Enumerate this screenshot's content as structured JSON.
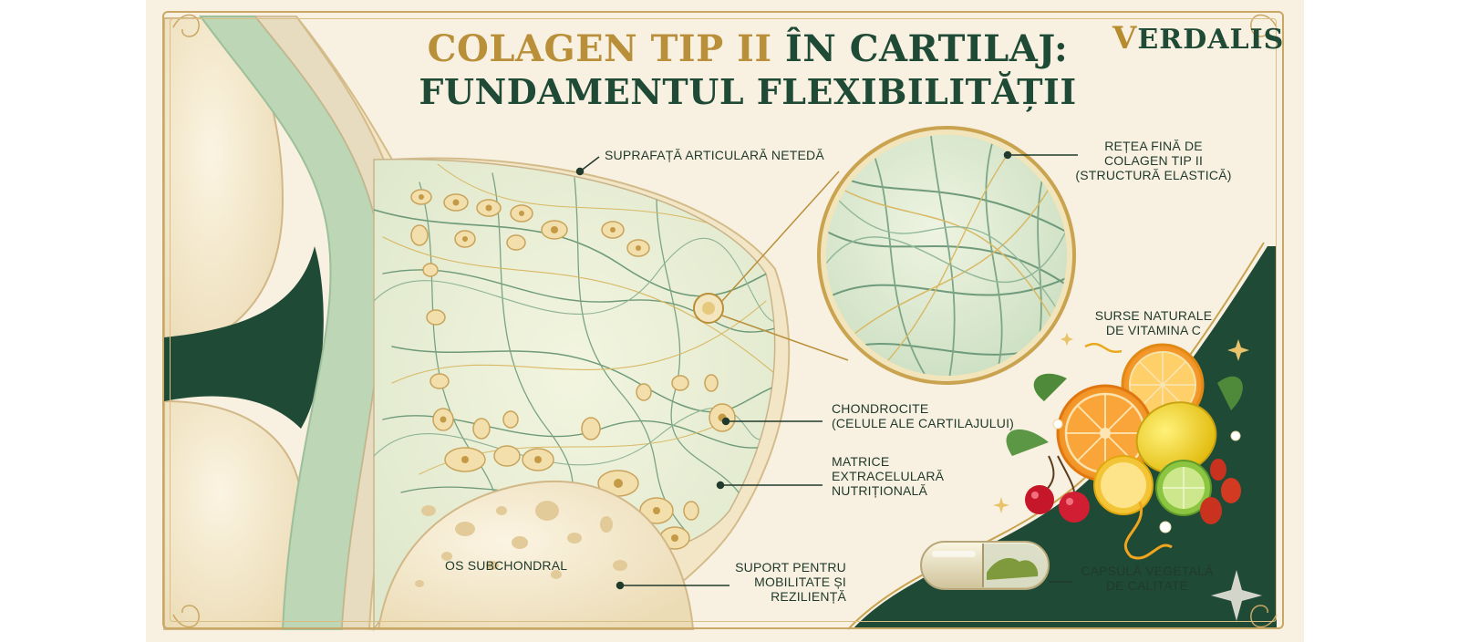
{
  "title": {
    "line1_part1": "COLAGEN TIP II",
    "line1_part2": " ÎN CARTILAJ:",
    "line2": "FUNDAMENTUL FLEXIBILITĂȚII"
  },
  "logo": {
    "first_letter": "V",
    "rest": "ERDALIS"
  },
  "labels": {
    "surface": "SUPRAFAȚĂ ARTICULARĂ NETEDĂ",
    "network": "REȚEA FINĂ DE\nCOLAGEN TIP II\n(STRUCTURĂ ELASTICĂ)",
    "vitamin": "SURSE NATURALE\nDE VITAMINA C",
    "chondrocytes": "CHONDROCITE\n(CELULE ALE CARTILAJULUI)",
    "matrix": "MATRICE\nEXTRACELULARĂ\nNUTRIȚIONALĂ",
    "bone": "OS SUBCHONDRAL",
    "support": "SUPORT PENTRU\nMOBILITATE ȘI\nREZILIENȚĂ",
    "capsule": "CAPSULĂ VEGETALĂ\nDE CALITATE"
  },
  "colors": {
    "gold": "#b98f3a",
    "dark_green": "#1f4a36",
    "cream": "#f8f1e1",
    "sage": "#bcd6b6"
  }
}
